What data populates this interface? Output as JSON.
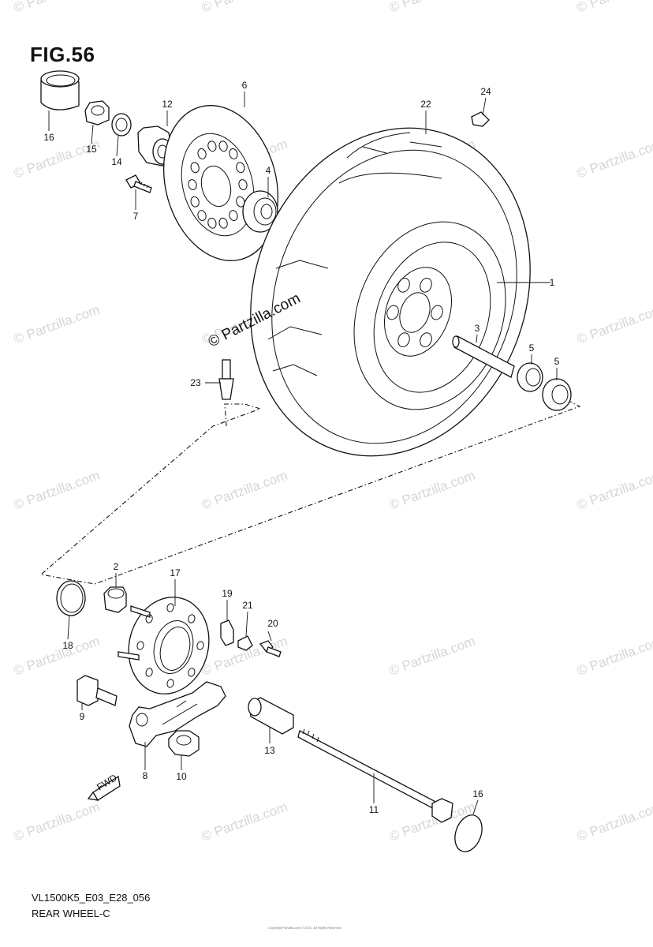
{
  "figure": {
    "title": "FIG.56"
  },
  "watermark": {
    "text": "© Partzilla.com",
    "center_text": "© Partzilla.com"
  },
  "parts": [
    {
      "ref": "1"
    },
    {
      "ref": "2"
    },
    {
      "ref": "3"
    },
    {
      "ref": "4"
    },
    {
      "ref": "5"
    },
    {
      "ref": "5"
    },
    {
      "ref": "6"
    },
    {
      "ref": "7"
    },
    {
      "ref": "8"
    },
    {
      "ref": "9"
    },
    {
      "ref": "10"
    },
    {
      "ref": "11"
    },
    {
      "ref": "12"
    },
    {
      "ref": "13"
    },
    {
      "ref": "14"
    },
    {
      "ref": "15"
    },
    {
      "ref": "16"
    },
    {
      "ref": "16"
    },
    {
      "ref": "17"
    },
    {
      "ref": "18"
    },
    {
      "ref": "19"
    },
    {
      "ref": "20"
    },
    {
      "ref": "21"
    },
    {
      "ref": "22"
    },
    {
      "ref": "23"
    },
    {
      "ref": "24"
    }
  ],
  "direction_marker": {
    "text": "FWD"
  },
  "footer": {
    "code": "VL1500K5_E03_E28_056",
    "name": "REAR WHEEL-C"
  },
  "copyright": "Copyright Partzilla.com © 2024. All Rights Reserved."
}
